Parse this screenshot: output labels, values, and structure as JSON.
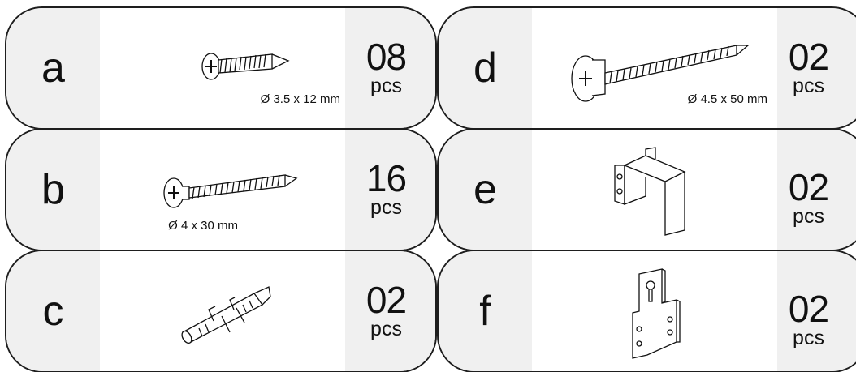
{
  "parts": [
    {
      "letter": "a",
      "spec": "Ø 3.5 x 12 mm",
      "qty": "08",
      "unit": "pcs",
      "icon": "short-wood-screw"
    },
    {
      "letter": "b",
      "spec": "Ø 4 x 30 mm",
      "qty": "16",
      "unit": "pcs",
      "icon": "washer-head-screw"
    },
    {
      "letter": "c",
      "spec": "",
      "qty": "02",
      "unit": "pcs",
      "icon": "wall-plug"
    },
    {
      "letter": "d",
      "spec": "Ø 4.5 x 50 mm",
      "qty": "02",
      "unit": "pcs",
      "icon": "long-pan-head-screw"
    },
    {
      "letter": "e",
      "spec": "",
      "qty": "02",
      "unit": "pcs",
      "icon": "u-bracket"
    },
    {
      "letter": "f",
      "spec": "",
      "qty": "02",
      "unit": "pcs",
      "icon": "keyhole-hanging-plate"
    }
  ]
}
